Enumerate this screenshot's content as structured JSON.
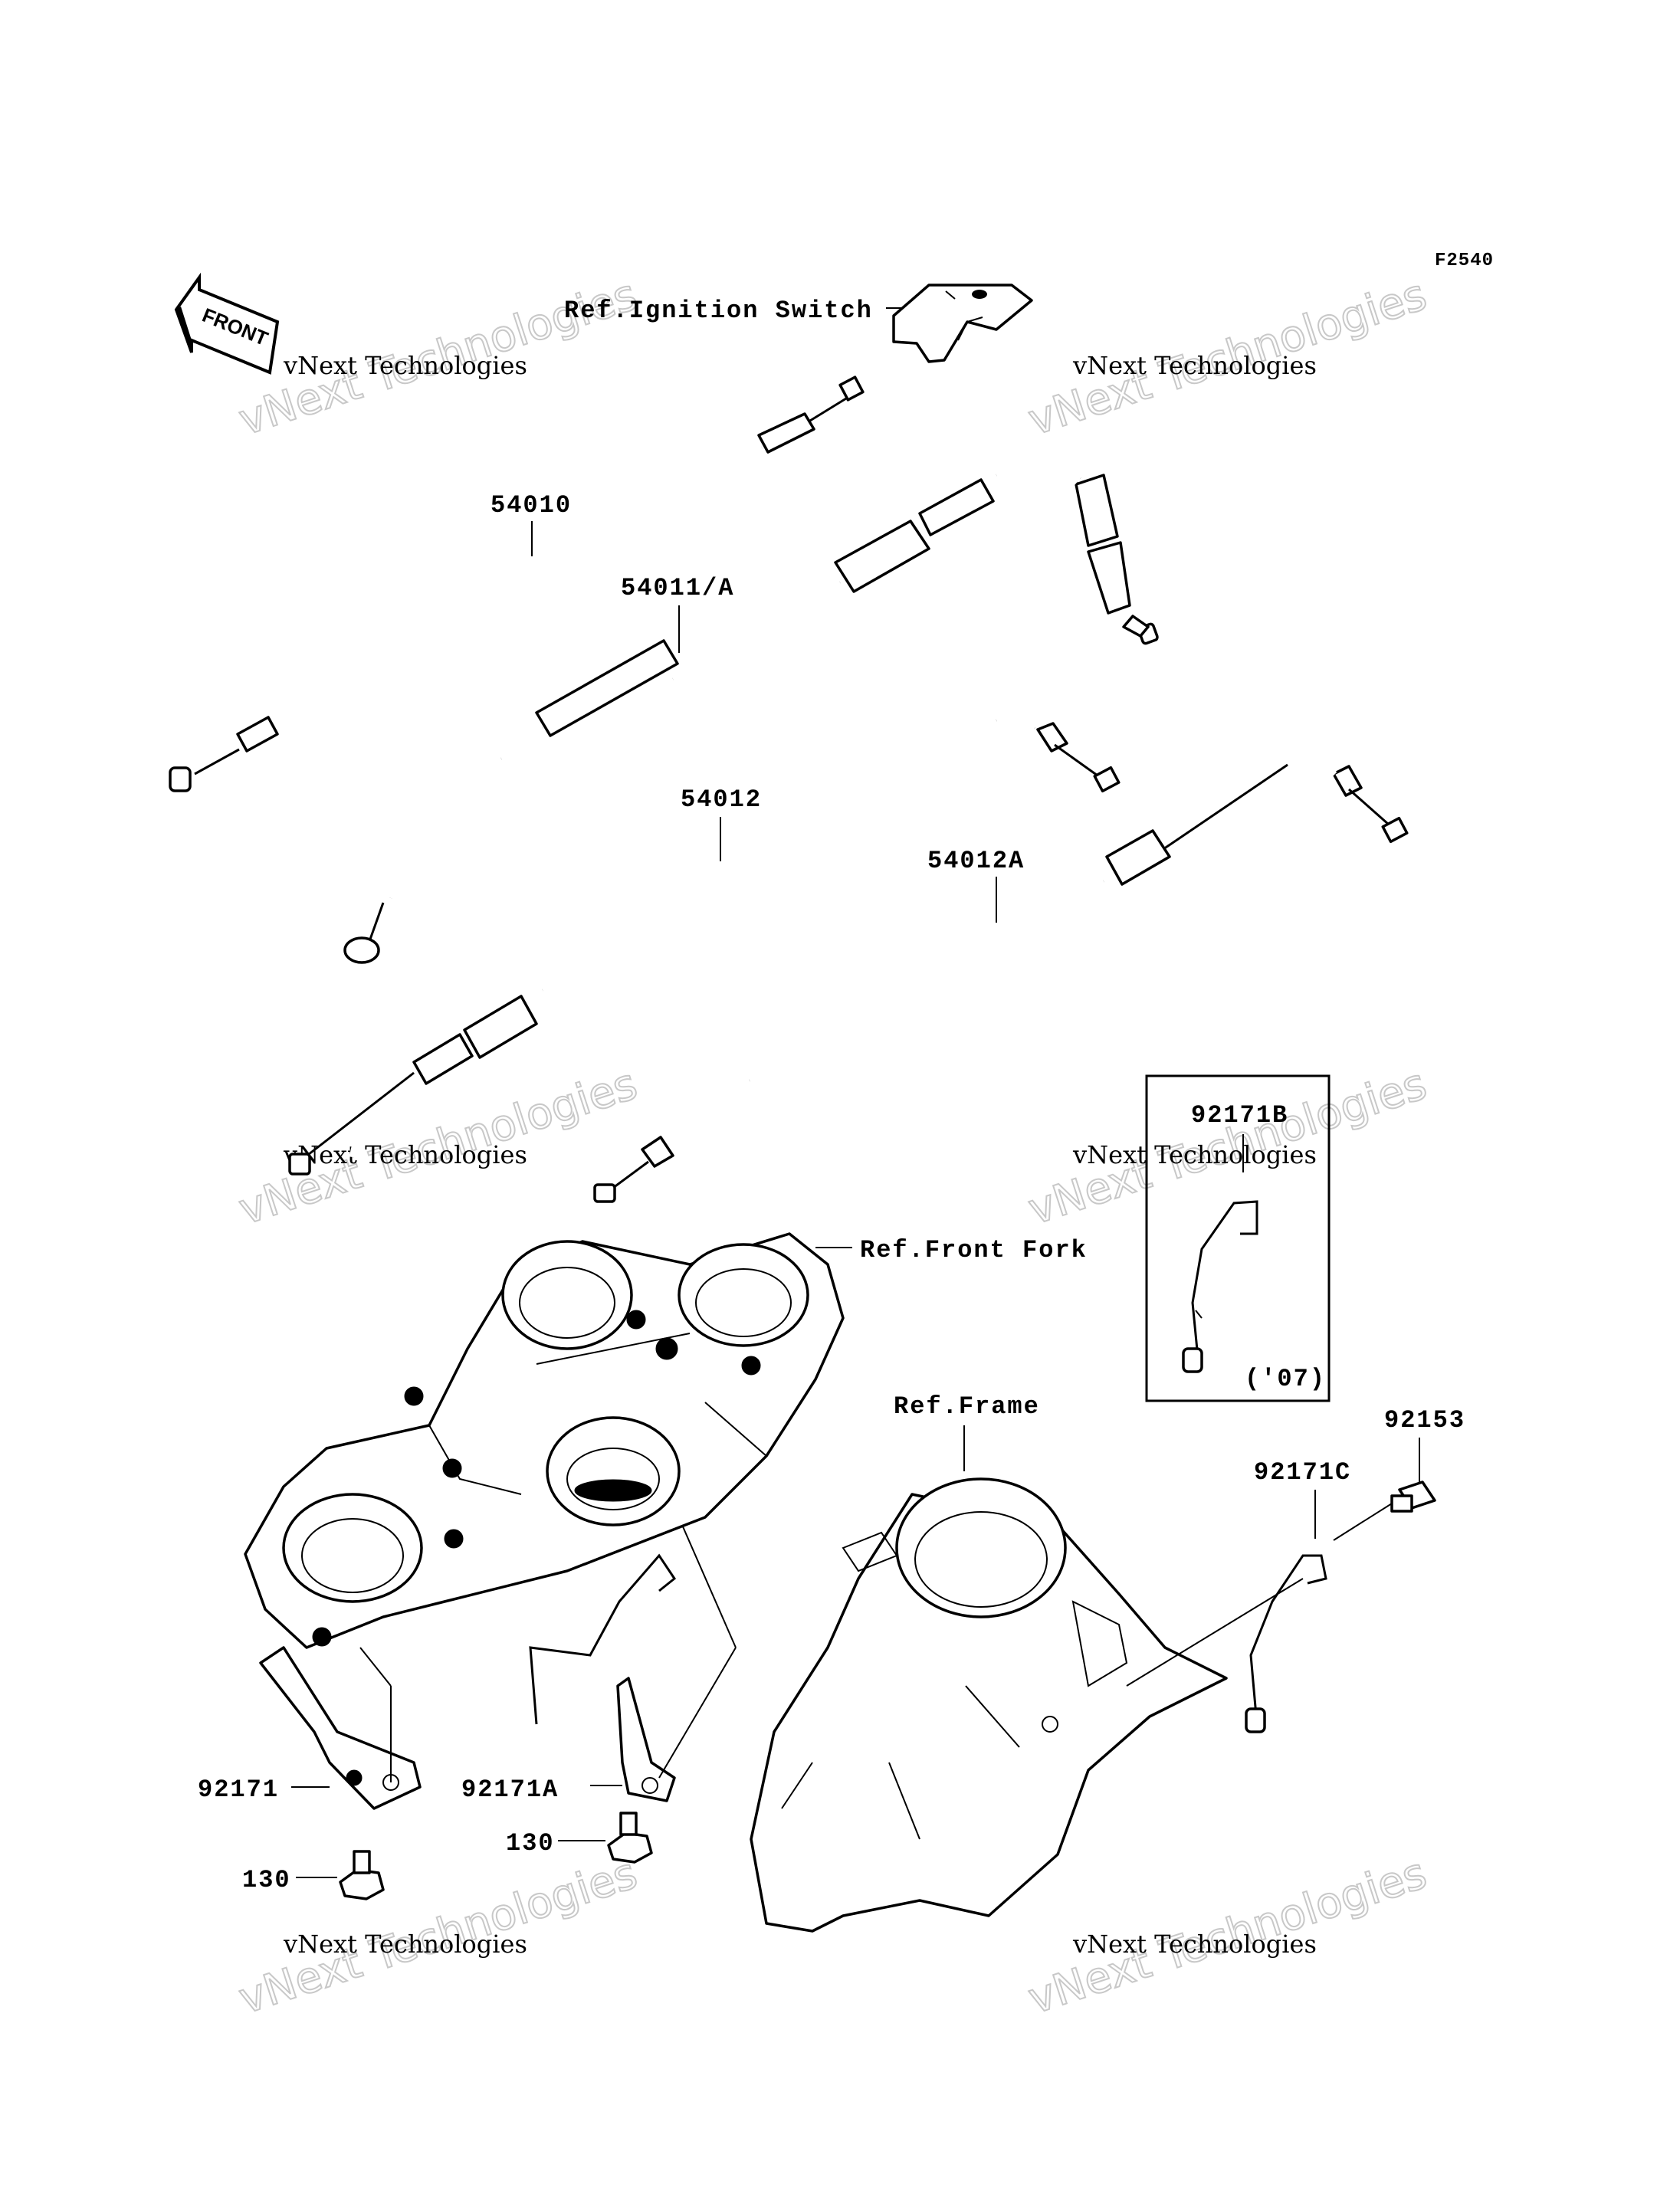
{
  "diagram_code": "F2540",
  "front_label": "FRONT",
  "watermarks": [
    {
      "line1": "vNext Technologies",
      "line2": "vNext Technologies"
    },
    {
      "line1": "vNext Technologies",
      "line2": "vNext Technologies"
    },
    {
      "line1": "vNext Technologies",
      "line2": "vNext Technologies"
    },
    {
      "line1": "vNext Technologies",
      "line2": "vNext Technologies"
    },
    {
      "line1": "vNext Technologies",
      "line2": "vNext Technologies"
    },
    {
      "line1": "vNext Technologies",
      "line2": "vNext Technologies"
    }
  ],
  "references": {
    "ignition_switch": "Ref.Ignition Switch",
    "front_fork": "Ref.Front Fork",
    "frame": "Ref.Frame"
  },
  "parts": {
    "p54010": "54010",
    "p54011a": "54011/A",
    "p54012": "54012",
    "p54012a": "54012A",
    "p92171b": "92171B",
    "p92153": "92153",
    "p92171c": "92171C",
    "p92171": "92171",
    "p92171a": "92171A",
    "p130_left": "130",
    "p130_right": "130"
  },
  "inset_year": "('07)"
}
